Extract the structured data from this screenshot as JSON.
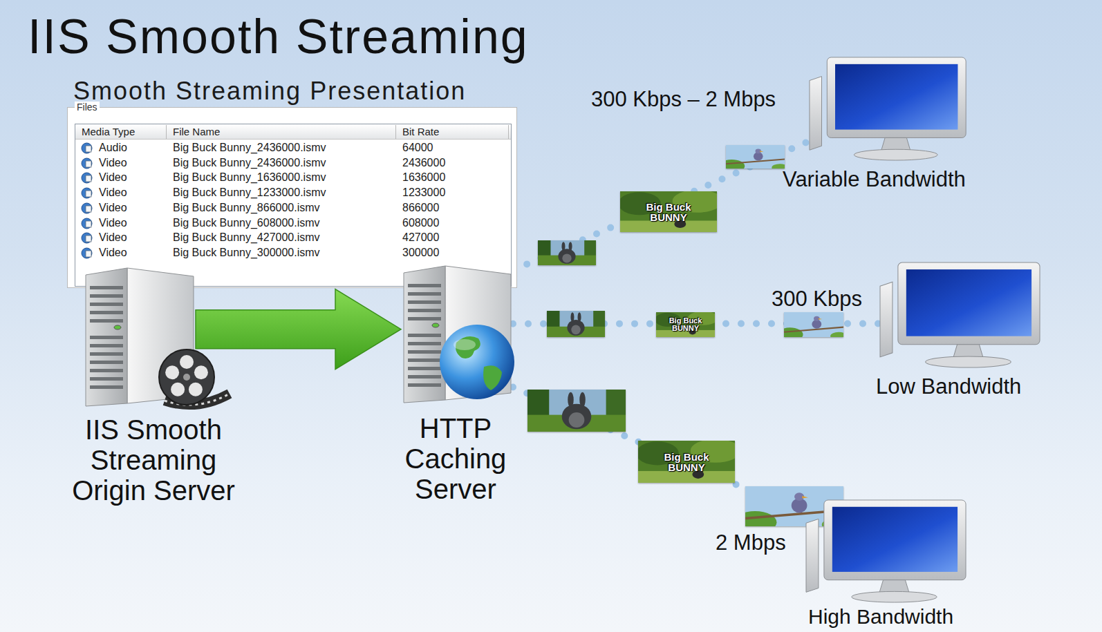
{
  "diagram": {
    "title": "IIS Smooth Streaming",
    "nodes": [
      {
        "text": [
          "IIS Smooth Streaming Origin Server"
        ]
      },
      {
        "text": [
          "HTTP Caching Server"
        ]
      },
      {
        "text": [
          "300 Kbps – 2 Mbps",
          "Variable Bandwidth"
        ]
      },
      {
        "text": [
          "300 Kbps",
          "Low Bandwidth"
        ]
      },
      {
        "text": [
          "2 Mbps",
          "High Bandwidth"
        ]
      }
    ],
    "edges": [
      {
        "from": 0,
        "to": 1,
        "arrow": "to"
      },
      {
        "from": 1,
        "to": 2,
        "arrow": "none"
      },
      {
        "from": 1,
        "to": 3,
        "arrow": "none"
      },
      {
        "from": 1,
        "to": 4,
        "arrow": "none"
      }
    ],
    "labels": [
      "Smooth Streaming Presentation",
      "Files",
      "Media Type",
      "File Name",
      "Bit Rate",
      "Audio",
      "Big Buck Bunny_2436000.ismv",
      "64000",
      "Video",
      "Big Buck Bunny_2436000.ismv",
      "2436000",
      "Video",
      "Big Buck Bunny_1636000.ismv",
      "1636000",
      "Video",
      "Big Buck Bunny_1233000.ismv",
      "1233000",
      "Video",
      "Big Buck Bunny_866000.ismv",
      "866000",
      "Video",
      "Big Buck Bunny_608000.ismv",
      "608000",
      "Video",
      "Big Buck Bunny_427000.ismv",
      "427000",
      "Video",
      "Big Buck Bunny_300000.ismv",
      "300000",
      "Big Buck BUNNY",
      "Big Buck BUNNY",
      "Big Buck BUNNY"
    ]
  }
}
